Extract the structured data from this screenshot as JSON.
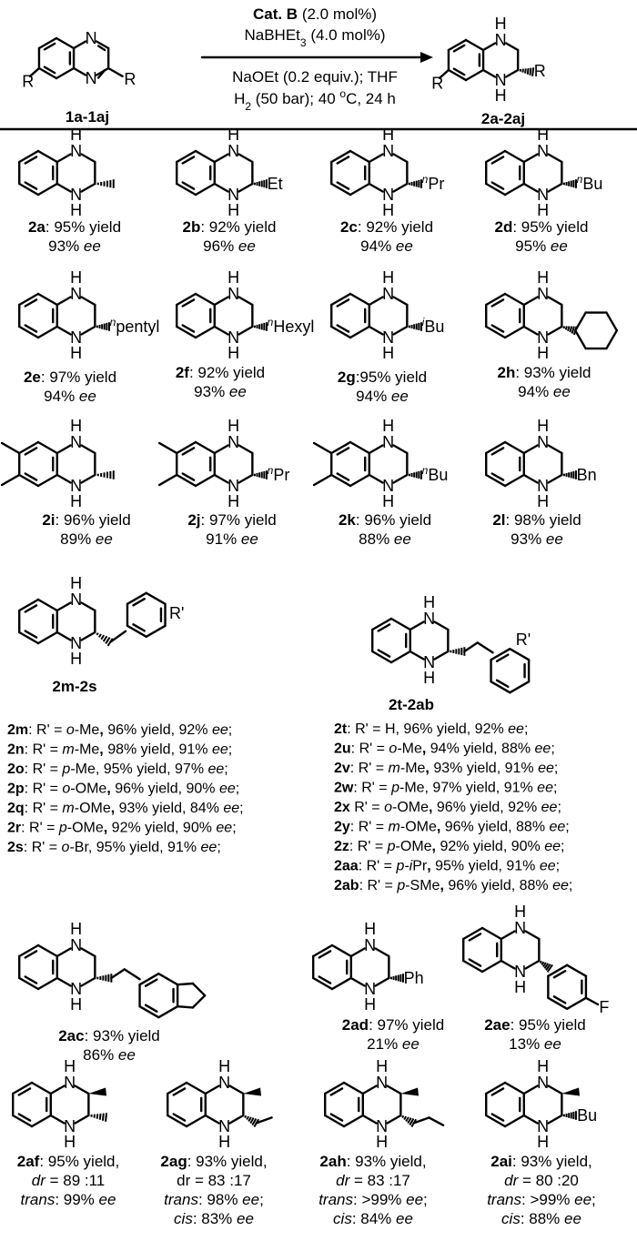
{
  "reaction": {
    "substrate_label": "1a-1aj",
    "product_label": "2a-2aj",
    "r_group": "R",
    "heteroatom_N": "N",
    "heteroatom_H": "H",
    "conditions": [
      [
        {
          "t": "Cat. B",
          "b": true
        },
        {
          "t": " (2.0 mol%)"
        }
      ],
      [
        {
          "t": "NaBHEt"
        },
        {
          "t": "3",
          "sub": true
        },
        {
          "t": " (4.0 mol%)"
        }
      ],
      [
        {
          "t": "NaOEt (0.2 equiv.); THF"
        }
      ],
      [
        {
          "t": "H"
        },
        {
          "t": "2",
          "sub": true
        },
        {
          "t": " (50 bar); 40 "
        },
        {
          "t": "o",
          "sup": true
        },
        {
          "t": "C, 24 h"
        }
      ]
    ]
  },
  "compounds": [
    {
      "id": "2a",
      "ring": "plain",
      "sub": "me",
      "label": "",
      "lines": [
        [
          {
            "t": "2a",
            "b": true
          },
          {
            "t": ": 95% yield"
          }
        ],
        [
          {
            "t": "93% "
          },
          {
            "t": "ee",
            "i": true
          }
        ]
      ]
    },
    {
      "id": "2b",
      "ring": "plain",
      "sub": "text",
      "label": "Et",
      "lines": [
        [
          {
            "t": "2b",
            "b": true
          },
          {
            "t": ": 92% yield"
          }
        ],
        [
          {
            "t": "96% "
          },
          {
            "t": "ee",
            "i": true
          }
        ]
      ]
    },
    {
      "id": "2c",
      "ring": "plain",
      "sub": "text",
      "label": "nPr",
      "lines": [
        [
          {
            "t": "2c",
            "b": true
          },
          {
            "t": ": 92% yield"
          }
        ],
        [
          {
            "t": "94% "
          },
          {
            "t": "ee",
            "i": true
          }
        ]
      ]
    },
    {
      "id": "2d",
      "ring": "plain",
      "sub": "text",
      "label": "nBu",
      "lines": [
        [
          {
            "t": "2d",
            "b": true
          },
          {
            "t": ": 95% yield"
          }
        ],
        [
          {
            "t": "95% "
          },
          {
            "t": "ee",
            "i": true
          }
        ]
      ]
    },
    {
      "id": "2e",
      "ring": "plain",
      "sub": "text",
      "label": "npentyl",
      "lines": [
        [
          {
            "t": "2e",
            "b": true
          },
          {
            "t": ": 97% yield"
          }
        ],
        [
          {
            "t": "94% "
          },
          {
            "t": "ee",
            "i": true
          }
        ]
      ]
    },
    {
      "id": "2f",
      "ring": "plain",
      "sub": "text",
      "label": "nHexyl",
      "lines": [
        [
          {
            "t": "2f",
            "b": true
          },
          {
            "t": ": 92% yield"
          }
        ],
        [
          {
            "t": "93% "
          },
          {
            "t": "ee",
            "i": true
          }
        ]
      ]
    },
    {
      "id": "2g",
      "ring": "plain",
      "sub": "text",
      "label": "iBu",
      "lines": [
        [
          {
            "t": "2g",
            "b": true
          },
          {
            "t": ":95% yield"
          }
        ],
        [
          {
            "t": "94% "
          },
          {
            "t": "ee",
            "i": true
          }
        ]
      ]
    },
    {
      "id": "2h",
      "ring": "plain",
      "sub": "cy",
      "label": "",
      "lines": [
        [
          {
            "t": "2h",
            "b": true
          },
          {
            "t": ": 93% yield"
          }
        ],
        [
          {
            "t": "94% "
          },
          {
            "t": "ee",
            "i": true
          }
        ]
      ]
    },
    {
      "id": "2i",
      "ring": "dimethyl",
      "sub": "me",
      "label": "",
      "lines": [
        [
          {
            "t": "2i",
            "b": true
          },
          {
            "t": ": 96% yield"
          }
        ],
        [
          {
            "t": "89% "
          },
          {
            "t": "ee",
            "i": true
          }
        ]
      ]
    },
    {
      "id": "2j",
      "ring": "dimethyl",
      "sub": "text",
      "label": "nPr",
      "lines": [
        [
          {
            "t": "2j",
            "b": true
          },
          {
            "t": ": 97% yield"
          }
        ],
        [
          {
            "t": "91% "
          },
          {
            "t": "ee",
            "i": true
          }
        ]
      ]
    },
    {
      "id": "2k",
      "ring": "dimethyl",
      "sub": "text",
      "label": "nBu",
      "lines": [
        [
          {
            "t": "2k",
            "b": true
          },
          {
            "t": ": 96% yield"
          }
        ],
        [
          {
            "t": "88% "
          },
          {
            "t": "ee",
            "i": true
          }
        ]
      ]
    },
    {
      "id": "2l",
      "ring": "plain",
      "sub": "text",
      "label": "Bn",
      "lines": [
        [
          {
            "t": "2l",
            "b": true
          },
          {
            "t": ": 98% yield"
          }
        ],
        [
          {
            "t": "93% "
          },
          {
            "t": "ee",
            "i": true
          }
        ]
      ]
    }
  ],
  "series_m_s": {
    "label": "2m-2s",
    "r_prime": "R'",
    "entries": [
      [
        {
          "t": "2m",
          "b": true
        },
        {
          "t": ": R' = "
        },
        {
          "t": "o",
          "i": true
        },
        {
          "t": "-Me"
        },
        {
          "t": ",",
          "b": true
        },
        {
          "t": " 96% yield, 92% "
        },
        {
          "t": "ee",
          "i": true
        },
        {
          "t": ";"
        }
      ],
      [
        {
          "t": "2n",
          "b": true
        },
        {
          "t": ": R' = "
        },
        {
          "t": "m",
          "i": true
        },
        {
          "t": "-Me"
        },
        {
          "t": ",",
          "b": true
        },
        {
          "t": " 98% yield, 91% "
        },
        {
          "t": "ee",
          "i": true
        },
        {
          "t": ";"
        }
      ],
      [
        {
          "t": "2o",
          "b": true
        },
        {
          "t": ": R' = "
        },
        {
          "t": "p",
          "i": true
        },
        {
          "t": "-Me, 95% yield, 97% "
        },
        {
          "t": "ee",
          "i": true
        },
        {
          "t": ";"
        }
      ],
      [
        {
          "t": "2p",
          "b": true
        },
        {
          "t": ": R' = "
        },
        {
          "t": "o",
          "i": true
        },
        {
          "t": "-OMe"
        },
        {
          "t": ",",
          "b": true
        },
        {
          "t": " 96% yield, 90% "
        },
        {
          "t": "ee",
          "i": true
        },
        {
          "t": ";"
        }
      ],
      [
        {
          "t": "2q",
          "b": true
        },
        {
          "t": ": R' = "
        },
        {
          "t": "m",
          "i": true
        },
        {
          "t": "-OMe"
        },
        {
          "t": ",",
          "b": true
        },
        {
          "t": " 93% yield, 84% "
        },
        {
          "t": "ee",
          "i": true
        },
        {
          "t": ";"
        }
      ],
      [
        {
          "t": "2r",
          "b": true
        },
        {
          "t": ": R' = "
        },
        {
          "t": "p",
          "i": true
        },
        {
          "t": "-OMe"
        },
        {
          "t": ",",
          "b": true
        },
        {
          "t": " 92% yield, 90% "
        },
        {
          "t": "ee",
          "i": true
        },
        {
          "t": ";"
        }
      ],
      [
        {
          "t": "2s",
          "b": true
        },
        {
          "t": ": R' = "
        },
        {
          "t": "o",
          "i": true
        },
        {
          "t": "-Br, 95% yield, 91% "
        },
        {
          "t": "ee",
          "i": true
        },
        {
          "t": ";"
        }
      ]
    ]
  },
  "series_t_ab": {
    "label": "2t-2ab",
    "r_prime": "R'",
    "entries": [
      [
        {
          "t": "2t",
          "b": true
        },
        {
          "t": ": R' = H, 96% yield, 92% "
        },
        {
          "t": "ee",
          "i": true
        },
        {
          "t": ";"
        }
      ],
      [
        {
          "t": "2u",
          "b": true
        },
        {
          "t": ": R' = "
        },
        {
          "t": "o",
          "i": true
        },
        {
          "t": "-Me"
        },
        {
          "t": ",",
          "b": true
        },
        {
          "t": " 94% yield, 88% "
        },
        {
          "t": "ee",
          "i": true
        },
        {
          "t": ";"
        }
      ],
      [
        {
          "t": "2v",
          "b": true
        },
        {
          "t": ": R' = "
        },
        {
          "t": "m",
          "i": true
        },
        {
          "t": "-Me"
        },
        {
          "t": ",",
          "b": true
        },
        {
          "t": " 93% yield, 91% "
        },
        {
          "t": "ee",
          "i": true
        },
        {
          "t": ";"
        }
      ],
      [
        {
          "t": "2w",
          "b": true
        },
        {
          "t": ": R' = "
        },
        {
          "t": "p",
          "i": true
        },
        {
          "t": "-Me, 97% yield, 91% "
        },
        {
          "t": "ee",
          "i": true
        },
        {
          "t": ";"
        }
      ],
      [
        {
          "t": "2x",
          "b": true
        },
        {
          "t": " R' = "
        },
        {
          "t": "o",
          "i": true
        },
        {
          "t": "-OMe"
        },
        {
          "t": ",",
          "b": true
        },
        {
          "t": " 96% yield, 92% "
        },
        {
          "t": "ee",
          "i": true
        },
        {
          "t": ";"
        }
      ],
      [
        {
          "t": "2y",
          "b": true
        },
        {
          "t": ": R' = "
        },
        {
          "t": "m",
          "i": true
        },
        {
          "t": "-OMe"
        },
        {
          "t": ",",
          "b": true
        },
        {
          "t": " 96% yield, 88% "
        },
        {
          "t": "ee",
          "i": true
        },
        {
          "t": ";"
        }
      ],
      [
        {
          "t": "2z",
          "b": true
        },
        {
          "t": ": R' = "
        },
        {
          "t": "p",
          "i": true
        },
        {
          "t": "-OMe"
        },
        {
          "t": ",",
          "b": true
        },
        {
          "t": " 92% yield, 90% "
        },
        {
          "t": "ee",
          "i": true
        },
        {
          "t": ";"
        }
      ],
      [
        {
          "t": "2aa",
          "b": true
        },
        {
          "t": ": R' = "
        },
        {
          "t": "p-i",
          "i": true
        },
        {
          "t": "Pr"
        },
        {
          "t": ",",
          "b": true
        },
        {
          "t": " 95% yield, 91% "
        },
        {
          "t": "ee",
          "i": true
        },
        {
          "t": ";"
        }
      ],
      [
        {
          "t": "2ab",
          "b": true
        },
        {
          "t": ": R' = "
        },
        {
          "t": "p",
          "i": true
        },
        {
          "t": "-SMe"
        },
        {
          "t": ",",
          "b": true
        },
        {
          "t": " 96% yield, 88% "
        },
        {
          "t": "ee",
          "i": true
        },
        {
          "t": ";"
        }
      ]
    ]
  },
  "row6": [
    {
      "id": "2ac",
      "label": "",
      "lines": [
        [
          {
            "t": "2ac",
            "b": true
          },
          {
            "t": ": 93% yield"
          }
        ],
        [
          {
            "t": "86% "
          },
          {
            "t": "ee",
            "i": true
          }
        ]
      ]
    },
    {
      "id": "2ad",
      "label": "Ph",
      "lines": [
        [
          {
            "t": "2ad",
            "b": true
          },
          {
            "t": ": 97% yield"
          }
        ],
        [
          {
            "t": "21% "
          },
          {
            "t": "ee",
            "i": true
          }
        ]
      ]
    },
    {
      "id": "2ae",
      "label": "F",
      "lines": [
        [
          {
            "t": "2ae",
            "b": true
          },
          {
            "t": ": 95% yield"
          }
        ],
        [
          {
            "t": "13% "
          },
          {
            "t": "ee",
            "i": true
          }
        ]
      ]
    }
  ],
  "row7": [
    {
      "id": "2af",
      "label": "",
      "lines": [
        [
          {
            "t": "2af",
            "b": true
          },
          {
            "t": ": 95% yield,"
          }
        ],
        [
          {
            "t": "dr",
            "i": true
          },
          {
            "t": " = 89 :11"
          }
        ],
        [
          {
            "t": "trans",
            "i": true
          },
          {
            "t": ": 99% "
          },
          {
            "t": "ee",
            "i": true
          }
        ]
      ]
    },
    {
      "id": "2ag",
      "label": "",
      "lines": [
        [
          {
            "t": "2ag",
            "b": true
          },
          {
            "t": ": 93% yield,"
          }
        ],
        [
          {
            "t": "dr = 83 :17"
          }
        ],
        [
          {
            "t": "trans",
            "i": true
          },
          {
            "t": ": 98% "
          },
          {
            "t": "ee",
            "i": true
          },
          {
            "t": ";"
          }
        ],
        [
          {
            "t": "cis",
            "i": true
          },
          {
            "t": ": 83% "
          },
          {
            "t": "ee",
            "i": true
          }
        ]
      ]
    },
    {
      "id": "2ah",
      "label": "",
      "lines": [
        [
          {
            "t": "2ah",
            "b": true
          },
          {
            "t": ": 93% yield,"
          }
        ],
        [
          {
            "t": "dr",
            "i": true
          },
          {
            "t": " = 83 :17"
          }
        ],
        [
          {
            "t": "trans",
            "i": true
          },
          {
            "t": ": >99% "
          },
          {
            "t": "ee",
            "i": true
          },
          {
            "t": ";"
          }
        ],
        [
          {
            "t": "cis",
            "i": true
          },
          {
            "t": ": 84% "
          },
          {
            "t": "ee",
            "i": true
          }
        ]
      ]
    },
    {
      "id": "2ai",
      "label": "Bu",
      "lines": [
        [
          {
            "t": "2ai",
            "b": true
          },
          {
            "t": ": 93% yield,"
          }
        ],
        [
          {
            "t": "dr",
            "i": true
          },
          {
            "t": " = 80 :20"
          }
        ],
        [
          {
            "t": "trans",
            "i": true
          },
          {
            "t": ": >99% "
          },
          {
            "t": "ee",
            "i": true
          },
          {
            "t": ";"
          }
        ],
        [
          {
            "t": "cis",
            "i": true
          },
          {
            "t": ": 88% "
          },
          {
            "t": "ee",
            "i": true
          }
        ]
      ]
    }
  ]
}
